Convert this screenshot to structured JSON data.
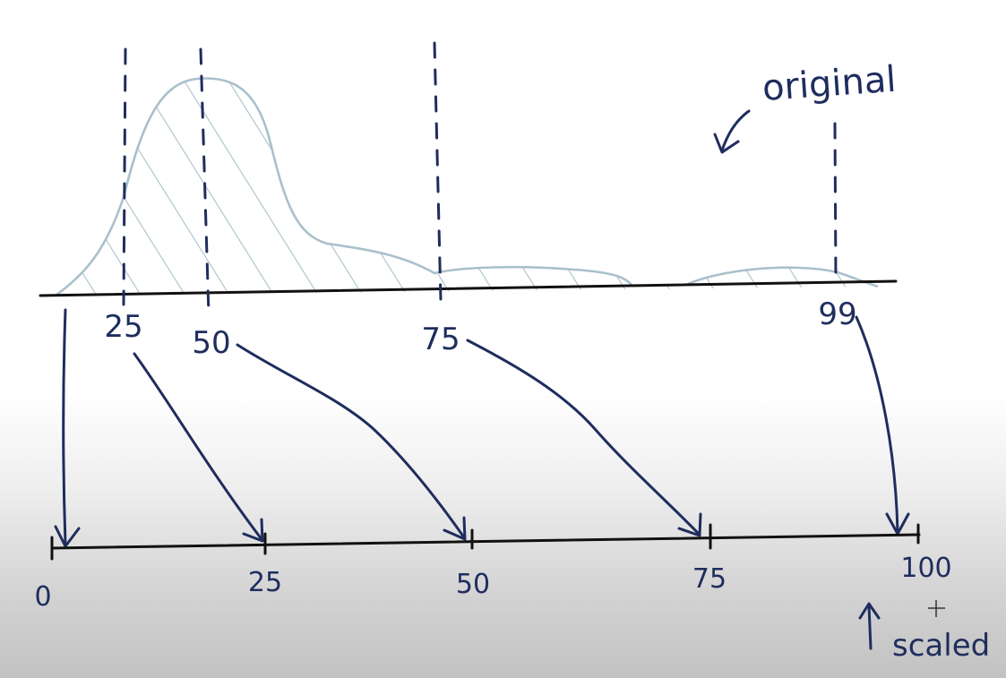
{
  "labels": {
    "original": "original",
    "scaled": "scaled"
  },
  "original_axis": {
    "tick_labels": [
      "25",
      "50",
      "75",
      "99"
    ]
  },
  "scaled_axis": {
    "tick_labels": [
      "0",
      "25",
      "50",
      "75",
      "100"
    ]
  },
  "colors": {
    "ink": "#1f2d5e",
    "curve": "#a9c0cc",
    "axis": "#111111"
  },
  "icons": {
    "cursor": "crosshair-cursor-icon"
  }
}
